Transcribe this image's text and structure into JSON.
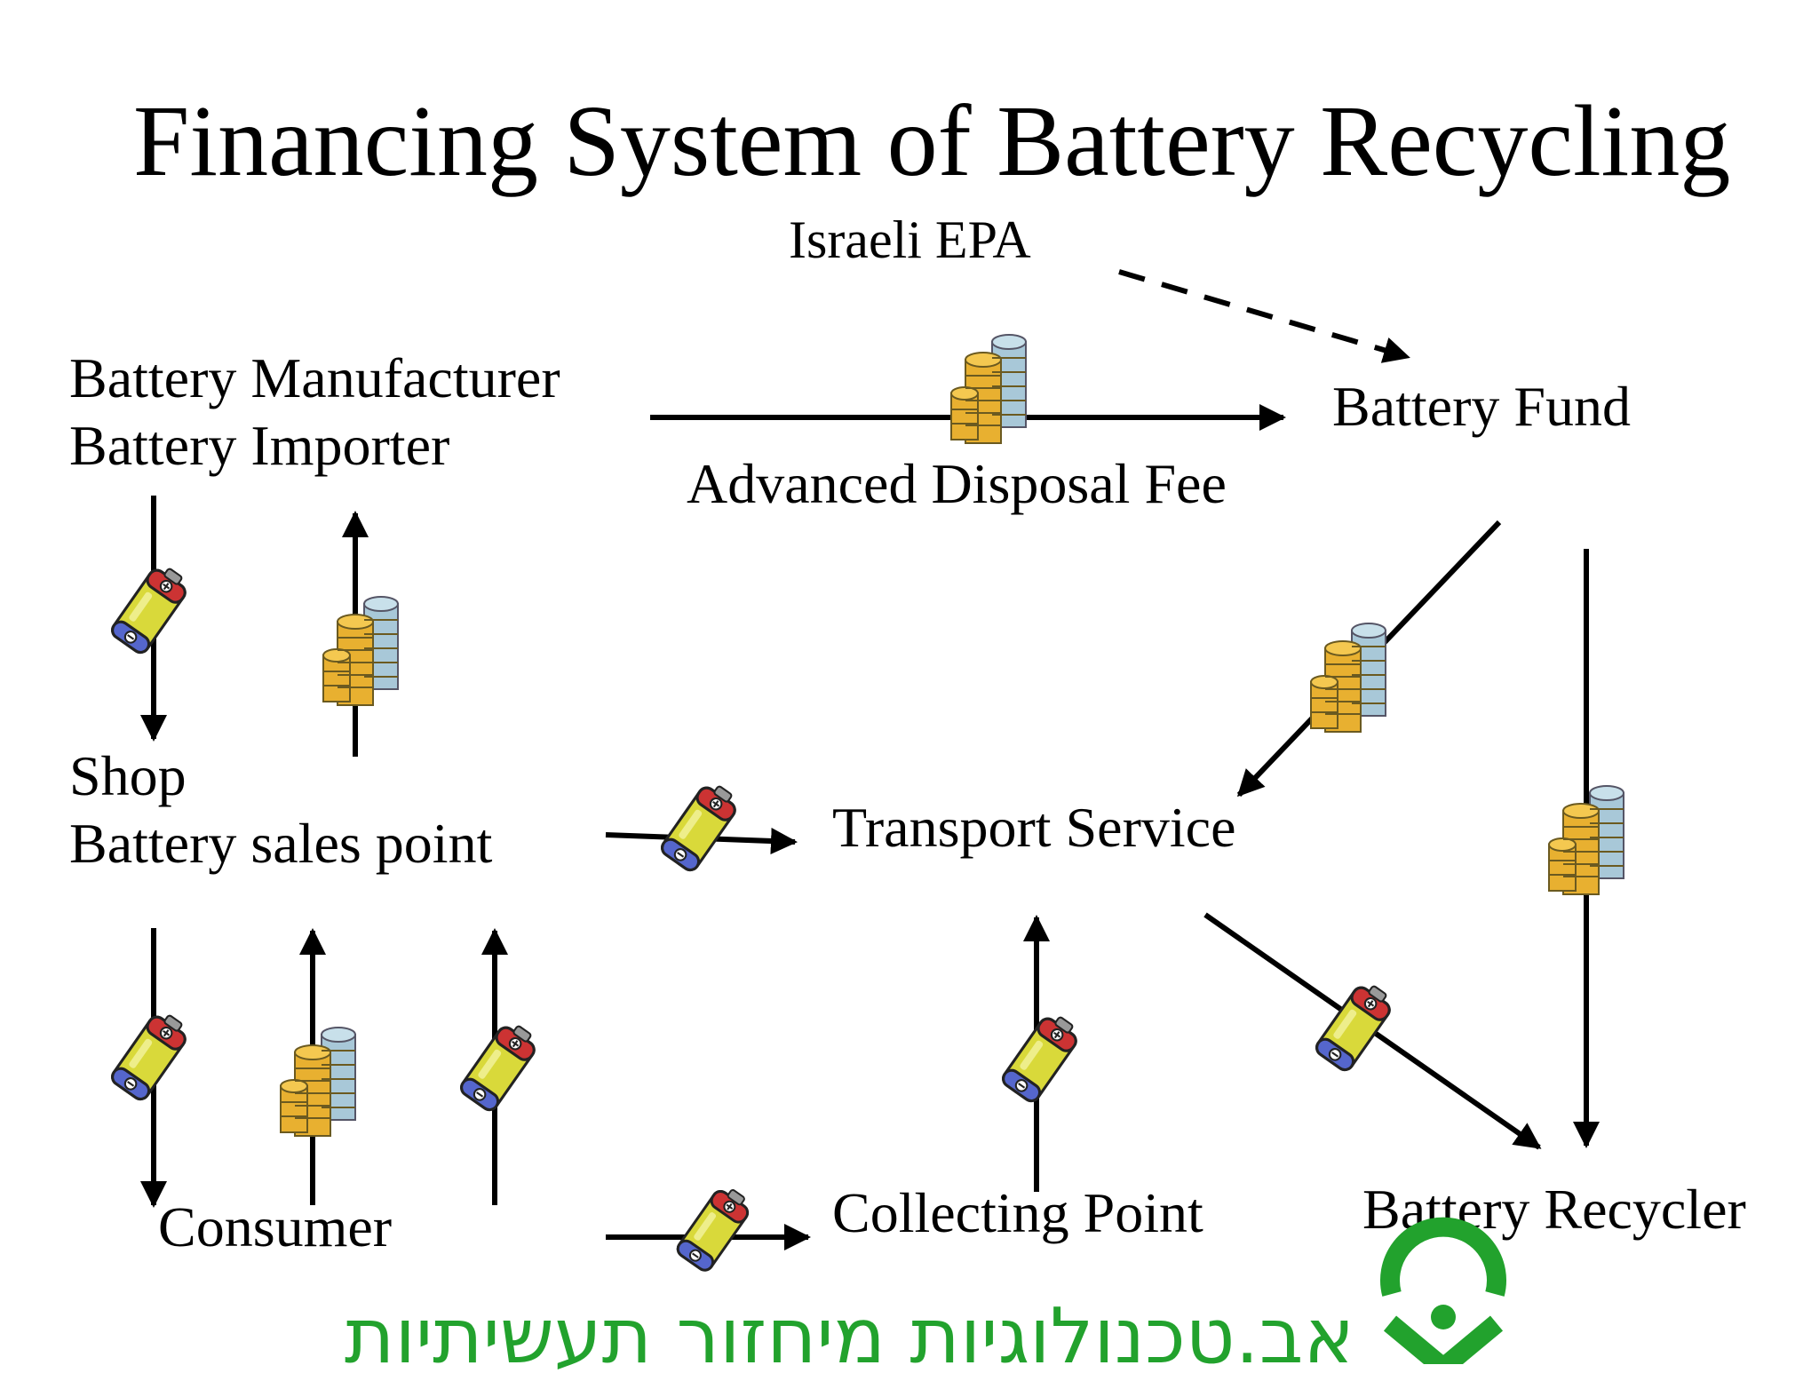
{
  "title": "Financing System of Battery Recycling",
  "nodes": {
    "israeli_epa": "Israeli EPA",
    "manufacturer": "Battery Manufacturer",
    "importer": "Battery Importer",
    "battery_fund": "Battery Fund",
    "advanced_disposal_fee": "Advanced Disposal Fee",
    "shop": "Shop",
    "sales_point": "Battery sales point",
    "transport_service": "Transport Service",
    "consumer": "Consumer",
    "collecting_point": "Collecting Point",
    "battery_recycler": "Battery Recycler"
  },
  "logo": {
    "text": "אב.טכנולוגיות מיחזור תעשיתיות",
    "color": "#22a22d"
  },
  "colors": {
    "battery_body": "#d9d93a",
    "battery_top": "#cc3333",
    "battery_bottom": "#5566cc",
    "coin_gold": "#e8b030",
    "coin_silver": "#a8c8d8"
  }
}
